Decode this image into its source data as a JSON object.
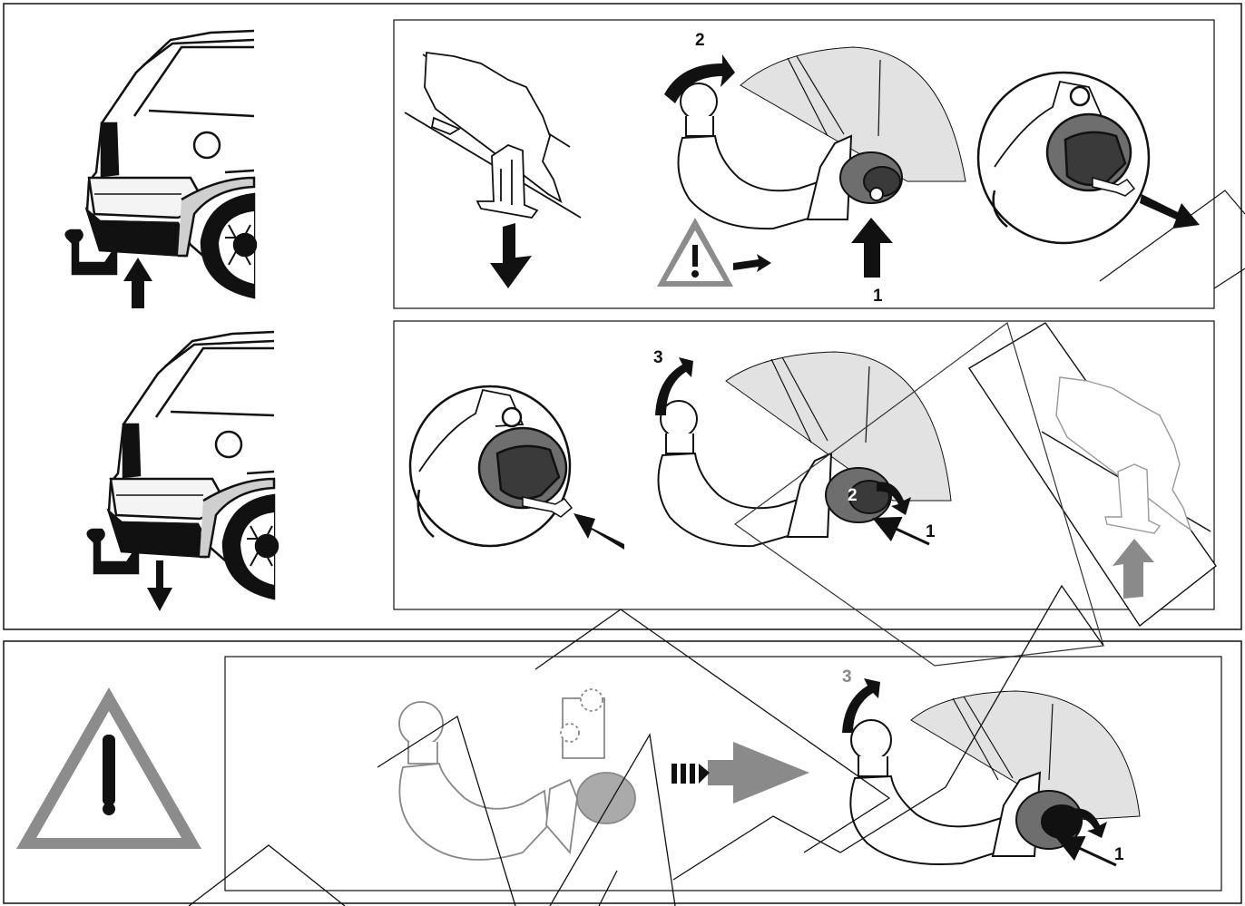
{
  "step_labels": {
    "rotate_ball_up": "2",
    "push_socket_up": "1",
    "rotate_ball_back": "3",
    "knob_turn": "2",
    "press_knob": "1",
    "bottom_rotate": "3",
    "bottom_press": "1"
  },
  "colors": {
    "line": "#111111",
    "knob_gray": "#6e6e6e",
    "knob_dark": "#3a3a3a",
    "bumper_fill": "#f4f4f4",
    "car_shade": "#e2e2e2",
    "warning_gray": "#8c8c8c",
    "arrow_gray": "#8a8a8a"
  },
  "icons": [
    "warning-triangle-icon",
    "arrow-up-icon",
    "arrow-down-icon",
    "key-icon",
    "tow-ball-icon"
  ]
}
